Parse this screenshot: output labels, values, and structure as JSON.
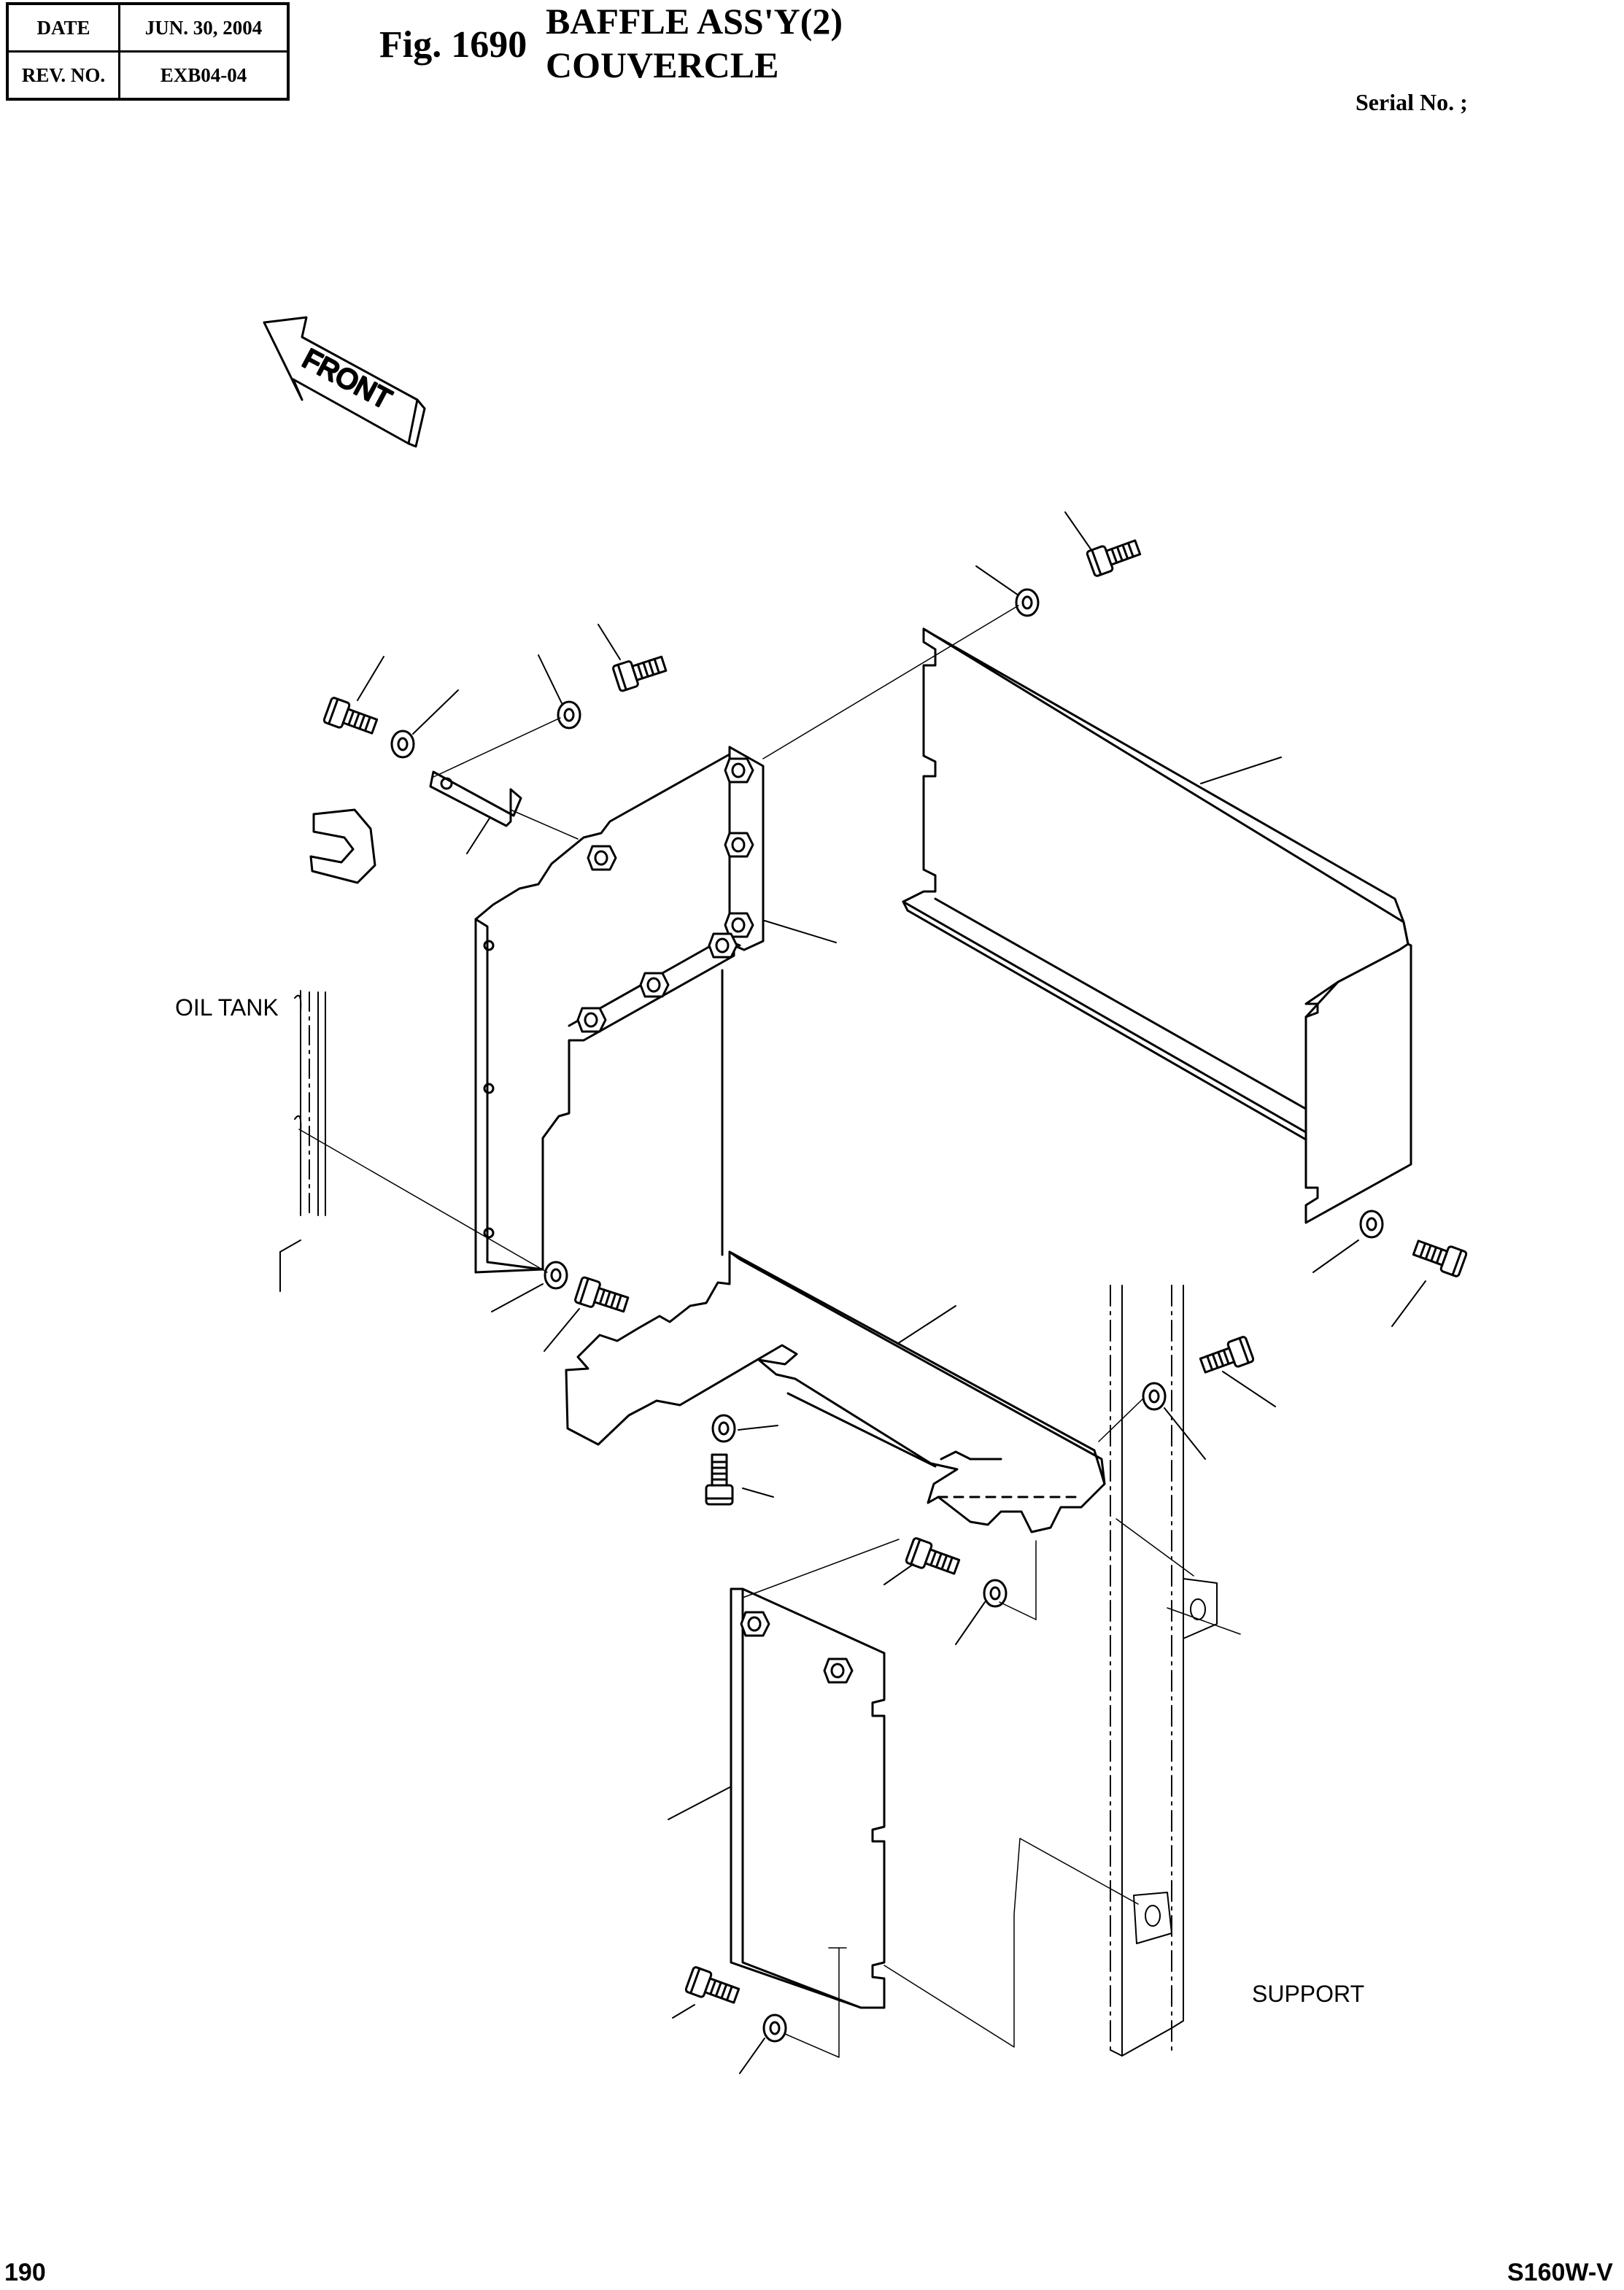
{
  "header": {
    "date_label": "DATE",
    "date_value": "JUN. 30, 2004",
    "rev_label": "REV. NO.",
    "rev_value": "EXB04-04"
  },
  "figure": {
    "number": "Fig. 1690",
    "title_en": "BAFFLE ASS'Y(2)",
    "title_fr": "COUVERCLE"
  },
  "serial_label": "Serial No. ;",
  "labels": {
    "front": "FRONT",
    "oil_tank": "OIL TANK",
    "support": "SUPPORT"
  },
  "footer": {
    "page_number": "190",
    "model": "S160W-V"
  }
}
